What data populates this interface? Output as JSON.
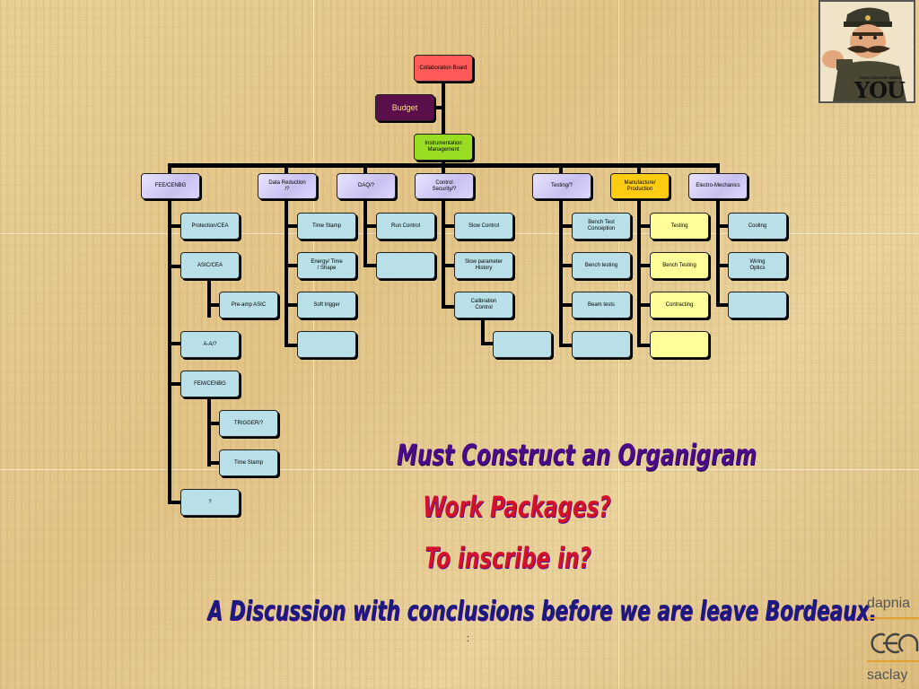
{
  "organigram": {
    "collaboration_board": "Collaboration Board",
    "budget": "Budget",
    "instrumentation_management": "Instrumentation\nManagement",
    "columns": {
      "fee": "FEE/CENBG",
      "data_reduction": "Data Reduction\n/?",
      "daq": "DAQ/?",
      "control": "Control\nSecurity/?",
      "testing": "Testing/?",
      "manufacture": "Manufacture/\nProduction",
      "electro": "Electro-Mechanics"
    },
    "fee_items": {
      "protection": "Protection/CEA",
      "asic": "ASIC/CEA",
      "preamp": "Pre-amp ASIC",
      "aa": "A-A/?",
      "fem": "FEM/CENBG",
      "trigger": "TRIGGER/?",
      "timestamp2": "Time Stamp",
      "unknown": "?"
    },
    "data_reduction_items": {
      "timestamp": "Time Stamp",
      "energy": "Energy/ Time\n/ Shape",
      "soft_trigger": "Soft trigger",
      "empty": ""
    },
    "daq_items": {
      "run_control": "Run Control",
      "empty": ""
    },
    "control_items": {
      "slow_control": "Slow Control",
      "slow_history": "Slow parameter\nHistory",
      "calibration": "Calibration\nControl",
      "empty": ""
    },
    "testing_items": {
      "bench_conception": "Bench Test\nConception",
      "bench_testing": "Bench testing",
      "beam_tests": "Beam tests",
      "empty": ""
    },
    "manufacture_items": {
      "testing": "Testing",
      "bench_testing": "Bench Testing",
      "contracting": "Contracting",
      "empty": ""
    },
    "electro_items": {
      "cooling": "Cooling",
      "wiring": "Wiring\nOptics",
      "empty": ""
    }
  },
  "messages": {
    "line1": "Must Construct an Organigram",
    "line2": "Work Packages?",
    "line3": "To inscribe in?",
    "line4": "A Discussion with conclusions before we are leave Bordeaux.",
    "colon": ":"
  },
  "poster": {
    "caption": "YOUR COUNTRY NEEDS",
    "big": "YOU"
  },
  "logos": {
    "dapnia": "dapnia",
    "cea": "cea",
    "saclay": "saclay"
  },
  "colors": {
    "title_purple": "#4b0a8c",
    "red_text": "#d4102a",
    "navy_text": "#1a1a80"
  }
}
